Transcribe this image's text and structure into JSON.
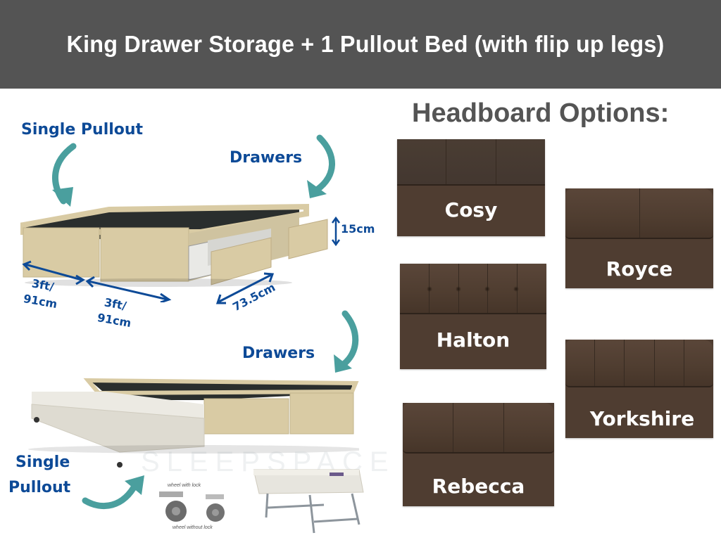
{
  "banner": {
    "title": "King Drawer Storage + 1 Pullout Bed (with flip up legs)",
    "background": "#545454"
  },
  "top_diagram": {
    "callout_pullout": "Single Pullout",
    "callout_drawers": "Drawers",
    "dimensions": {
      "height": "15cm",
      "width_left_line1": "3ft/",
      "width_left_line2": "91cm",
      "width_right_line1": "3ft/",
      "width_right_line2": "91cm",
      "drawer_depth": "73.5cm"
    }
  },
  "bottom_diagram": {
    "callout_drawers": "Drawers",
    "callout_pullout_line1": "Single",
    "callout_pullout_line2": "Pullout",
    "wheel_with_lock": "wheel with lock",
    "wheel_without_lock": "wheel without lock",
    "watermark": "SLEEPSPACE"
  },
  "headboards": {
    "title": "Headboard Options:",
    "options": [
      {
        "name": "Cosy"
      },
      {
        "name": "Royce"
      },
      {
        "name": "Halton"
      },
      {
        "name": "Yorkshire"
      },
      {
        "name": "Rebecca"
      }
    ]
  },
  "colors": {
    "label_blue": "#0d4a97",
    "arrow_teal": "#4a9f9e",
    "headboard_brown": "#4f3d31",
    "bed_beige": "#d9cba4"
  }
}
